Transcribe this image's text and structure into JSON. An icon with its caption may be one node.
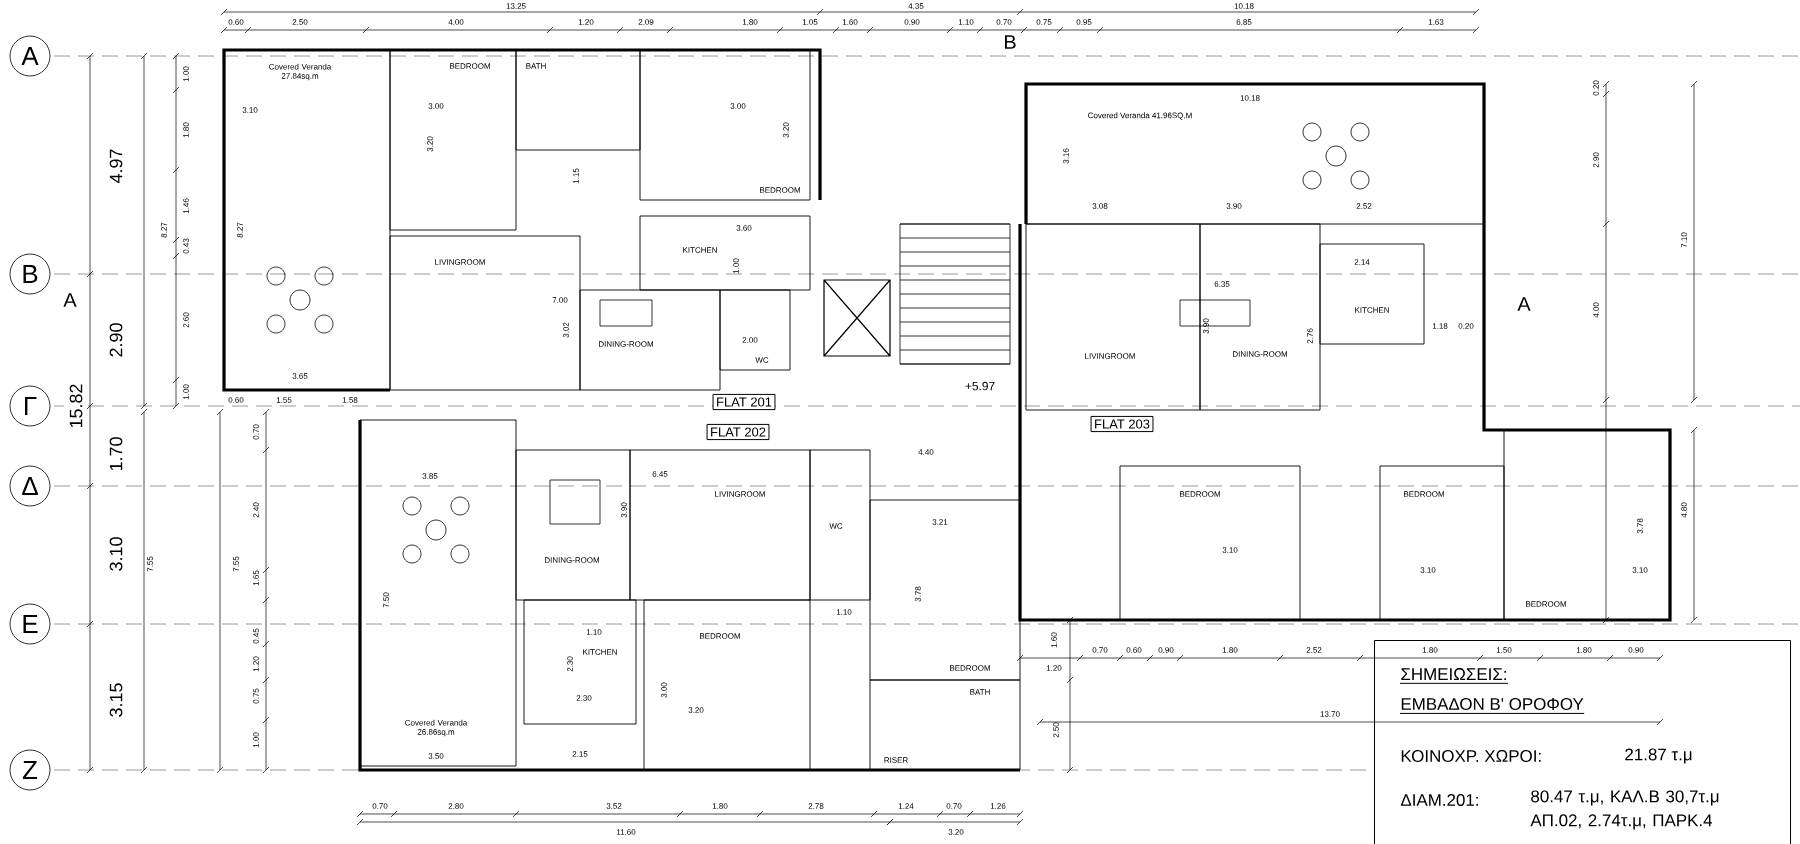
{
  "diagram": {
    "nodes": [
      {
        "text": [
          "A"
        ]
      },
      {
        "text": [
          "B"
        ]
      },
      {
        "text": [
          "Γ"
        ]
      },
      {
        "text": [
          "Δ"
        ]
      },
      {
        "text": [
          "E"
        ]
      },
      {
        "text": [
          "Z"
        ]
      },
      {
        "text": [
          "Covered Veranda 27.84sq.m"
        ]
      },
      {
        "text": [
          "BEDROOM"
        ]
      },
      {
        "text": [
          "BATH"
        ]
      },
      {
        "text": [
          "BEDROOM"
        ]
      },
      {
        "text": [
          "LIVINGROOM"
        ]
      },
      {
        "text": [
          "KITCHEN"
        ]
      },
      {
        "text": [
          "DINING-ROOM"
        ]
      },
      {
        "text": [
          "WC"
        ]
      },
      {
        "text": [
          "Covered Veranda 41.96SQ.M"
        ]
      },
      {
        "text": [
          "LIVINGROOM"
        ]
      },
      {
        "text": [
          "DINING-ROOM"
        ]
      },
      {
        "text": [
          "KITCHEN"
        ]
      },
      {
        "text": [
          "FLAT 201"
        ]
      },
      {
        "text": [
          "FLAT 202"
        ]
      },
      {
        "text": [
          "FLAT 203"
        ]
      },
      {
        "text": [
          "Covered Veranda 26.86sq.m"
        ]
      },
      {
        "text": [
          "DINING-ROOM"
        ]
      },
      {
        "text": [
          "LIVINGROOM"
        ]
      },
      {
        "text": [
          "WC"
        ]
      },
      {
        "text": [
          "KITCHEN"
        ]
      },
      {
        "text": [
          "BEDROOM"
        ]
      },
      {
        "text": [
          "BEDROOM"
        ]
      },
      {
        "text": [
          "BATH"
        ]
      },
      {
        "text": [
          "BEDROOM"
        ]
      },
      {
        "text": [
          "BEDROOM"
        ]
      },
      {
        "text": [
          "BEDROOM"
        ]
      },
      {
        "text": [
          "ΣΗΜΕΙΩΣΕΙΣ:",
          "ΕΜΒΑΔΟΝ Β' ΟΡΟΦΟΥ",
          "ΚΟΙΝΟΧΡ. ΧΩΡΟΙ:",
          "21.87 τ.μ",
          "ΔΙΑΜ.201:",
          "80.47 τ.μ, ΚΑΛ.Β 30,7τ.μ ΑΠ.02, 2.74τ.μ, ΠΑΡΚ.4"
        ]
      }
    ],
    "labels": [
      "13.25",
      "4.35",
      "10.18",
      "0.60",
      "2.50",
      "4.00",
      "1.20",
      "2.09",
      "1.80",
      "1.05",
      "1.60",
      "0.90",
      "1.10",
      "0.70",
      "0.75",
      "0.95",
      "6.85",
      "1.63",
      "B",
      "4.97",
      "8.27",
      "1.00",
      "1.80",
      "1.46",
      "0.43",
      "A",
      "2.90",
      "2.60",
      "15.82",
      "1.00",
      "3.10",
      "8.27",
      "3.00",
      "3.20",
      "1.15",
      "3.00",
      "3.20",
      "3.60",
      "1.00",
      "7.00",
      "3.02",
      "2.00",
      "3.65",
      "0.60",
      "1.55",
      "1.58",
      "10.18",
      "3.16",
      "0.20",
      "2.90",
      "7.10",
      "3.08",
      "3.90",
      "2.52",
      "6.35",
      "2.14",
      "A",
      "3.90",
      "2.76",
      "1.18",
      "0.20",
      "4.00",
      "+5.97",
      "1.70",
      "0.70",
      "4.40",
      "3.85",
      "6.45",
      "2.40",
      "3.90",
      "4.80",
      "3.21",
      "3.10",
      "7.55",
      "7.55",
      "1.65",
      "7.50",
      "3.78",
      "3.10",
      "3.10",
      "3.78",
      "3.10",
      "1.10",
      "0.45",
      "1.10",
      "1.60",
      "0.90",
      "1.80",
      "2.52",
      "1.80",
      "1.50",
      "1.80",
      "0.90",
      "1.20",
      "0.70",
      "0.60",
      "1.20",
      "2.30",
      "0.75",
      "3.00",
      "2.30",
      "3.15",
      "3.20",
      "13.70",
      "2.50",
      "1.00",
      "3.50",
      "2.15",
      "RISER",
      "0.70",
      "2.80",
      "3.52",
      "1.80",
      "2.78",
      "1.24",
      "0.70",
      "1.26",
      "11.60",
      "3.20"
    ]
  }
}
